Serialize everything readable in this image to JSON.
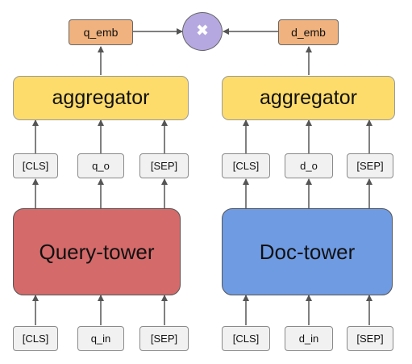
{
  "combine_op": {
    "symbol": "✖",
    "icon": "multiply-icon",
    "color": "#b5a8e0"
  },
  "query_side": {
    "embedding": "q_emb",
    "aggregator": "aggregator",
    "outputs": [
      "[CLS]",
      "q_o",
      "[SEP]"
    ],
    "tower": "Query-tower",
    "tower_color": "#d46a6a",
    "inputs": [
      "[CLS]",
      "q_in",
      "[SEP]"
    ]
  },
  "doc_side": {
    "embedding": "d_emb",
    "aggregator": "aggregator",
    "outputs": [
      "[CLS]",
      "d_o",
      "[SEP]"
    ],
    "tower": "Doc-tower",
    "tower_color": "#6f9be3",
    "inputs": [
      "[CLS]",
      "d_in",
      "[SEP]"
    ]
  },
  "colors": {
    "embedding": "#f0b27e",
    "aggregator": "#fddc6c",
    "token": "#f1f1f1",
    "arrow": "#555555"
  }
}
